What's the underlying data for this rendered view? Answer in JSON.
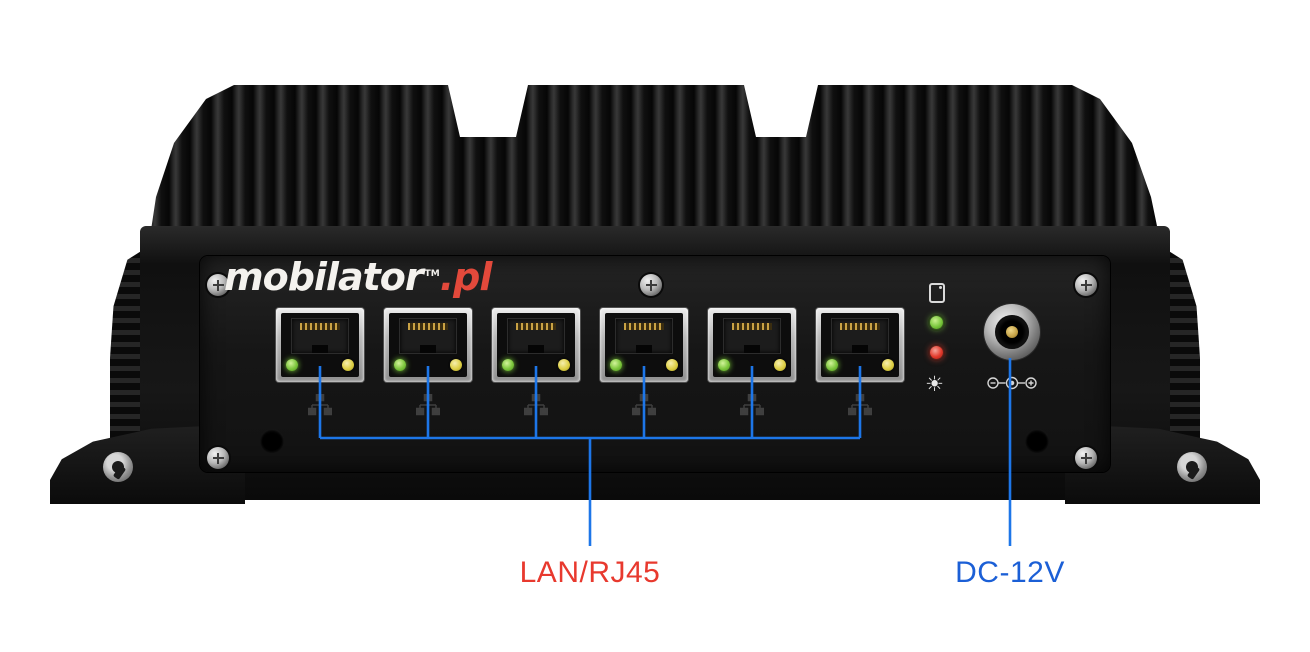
{
  "scene": {
    "description": "Rear panel of a black fanless industrial mini PC with heatsink fins, six LAN ports and a DC power jack",
    "background": "#ffffff"
  },
  "brand": {
    "logo_main": "mobilator",
    "logo_tld": ".pl",
    "logo_tm": "TM",
    "logo_main_color": "#f4f2ee",
    "logo_accent_color": "#e2493b"
  },
  "callouts": {
    "lan": {
      "label": "LAN/RJ45",
      "color": "#e8392e"
    },
    "dc": {
      "label": "DC-12V",
      "color": "#1b5fd6"
    },
    "line_color": "#1d76e8"
  },
  "device": {
    "lan_ports": {
      "count": 6,
      "type": "RJ45"
    },
    "indicators": [
      {
        "icon": "drive-icon"
      },
      {
        "icon": "green-led",
        "color": "#79c63d"
      },
      {
        "icon": "red-led",
        "color": "#e23a2c"
      },
      {
        "icon": "light-icon"
      }
    ],
    "power": {
      "connector_icon": "dc-jack",
      "polarity_icon": "dc-polarity-icon"
    }
  }
}
